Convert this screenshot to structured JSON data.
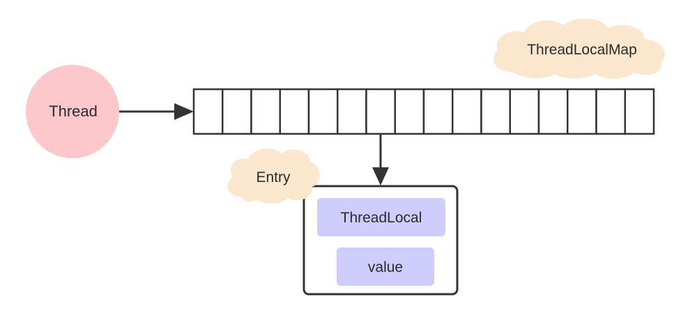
{
  "diagram": {
    "thread": {
      "label": "Thread",
      "color": "#fcc8cc"
    },
    "map": {
      "label": "ThreadLocalMap",
      "cloud_color": "#fbe7ce",
      "slot_count": 16
    },
    "entry": {
      "label": "Entry",
      "cloud_color": "#fbe7ce",
      "key_label": "ThreadLocal",
      "value_label": "value",
      "field_color": "#cfcdfb"
    },
    "line_color": "#333333"
  }
}
